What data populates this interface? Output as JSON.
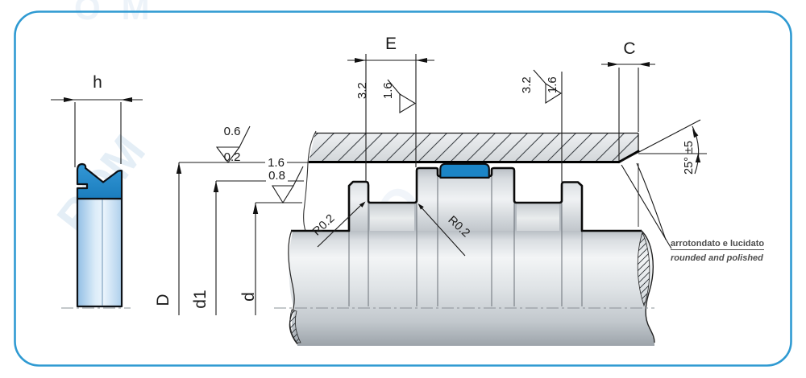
{
  "figure": {
    "watermark_fragments": {
      "f1": "ROM",
      "f2": "PRO",
      "f3": "OM",
      "f4": "N"
    },
    "left_view": {
      "height_dim": "h"
    },
    "section_view": {
      "groove_width_dim": "E",
      "chamfer_width_dim": "C",
      "bore_dia_dim": "D",
      "land_dia_dim": "d1",
      "groove_dia_dim": "d",
      "bore_finish": {
        "line1": "0.6",
        "line2": "0.2"
      },
      "groove_finish": {
        "line1": "1.6",
        "line2": "0.8"
      },
      "side_finish_left": {
        "line1": "3.2",
        "line2": "1.6"
      },
      "side_finish_right": {
        "line1": "3.2",
        "line2": "1.6"
      },
      "radius_left": "R0.2",
      "radius_right": "R0.2",
      "chamfer_angle": "25° ±5",
      "note_italian": "arrotondato e lucidato",
      "note_english": "rounded and polished"
    }
  }
}
